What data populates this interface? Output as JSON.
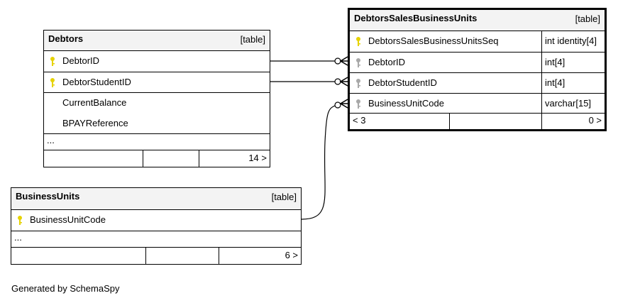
{
  "tables": {
    "debtors": {
      "name": "Debtors",
      "kind": "[table]",
      "columns": [
        {
          "name": "DebtorID",
          "key": "primary"
        },
        {
          "name": "DebtorStudentID",
          "key": "primary"
        },
        {
          "name": "CurrentBalance",
          "key": "none"
        },
        {
          "name": "BPAYReference",
          "key": "none"
        }
      ],
      "ellipsis": "...",
      "footer_right": "14 >"
    },
    "dsbu": {
      "name": "DebtorsSalesBusinessUnits",
      "kind": "[table]",
      "columns": [
        {
          "name": "DebtorsSalesBusinessUnitsSeq",
          "type": "int identity[4]",
          "key": "primary"
        },
        {
          "name": "DebtorID",
          "type": "int[4]",
          "key": "foreign"
        },
        {
          "name": "DebtorStudentID",
          "type": "int[4]",
          "key": "foreign"
        },
        {
          "name": "BusinessUnitCode",
          "type": "varchar[15]",
          "key": "foreign"
        }
      ],
      "footer_left": "< 3",
      "footer_right": "0 >"
    },
    "business_units": {
      "name": "BusinessUnits",
      "kind": "[table]",
      "columns": [
        {
          "name": "BusinessUnitCode",
          "key": "primary"
        }
      ],
      "ellipsis": "...",
      "footer_right": "6 >"
    }
  },
  "colors": {
    "primary_key": "#e6d200",
    "foreign_key": "#a8a8a8",
    "header_bg": "#f3f3f3"
  },
  "generated_by": "Generated by SchemaSpy"
}
